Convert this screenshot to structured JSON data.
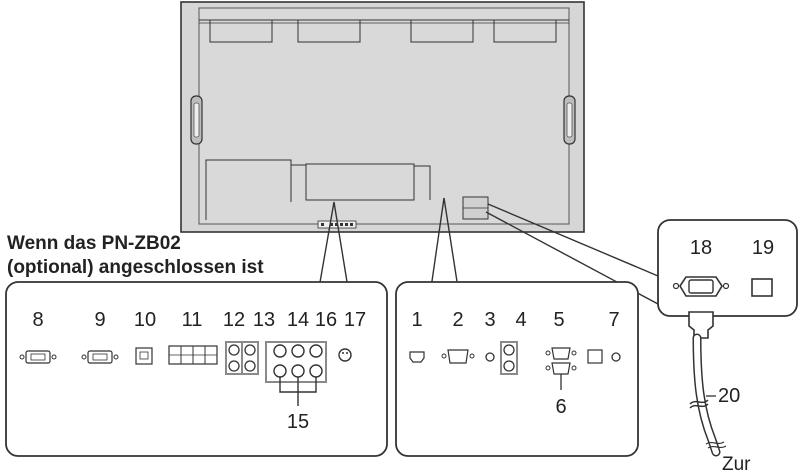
{
  "caption": {
    "line1": "Wenn das PN-ZB02",
    "line2": "(optional) angeschlossen ist"
  },
  "callouts": {
    "c1": "1",
    "c2": "2",
    "c3": "3",
    "c4": "4",
    "c5": "5",
    "c6": "6",
    "c7": "7",
    "c8": "8",
    "c9": "9",
    "c10": "10",
    "c11": "11",
    "c12": "12",
    "c13": "13",
    "c14": "14",
    "c15": "15",
    "c16": "16",
    "c17": "17",
    "c18": "18",
    "c19": "19",
    "c20": "20"
  },
  "footer_text": "Zur",
  "colors": {
    "monitor_fill": "#d6d6d6",
    "outline": "#333333",
    "highlight_box": "#8a8a8a",
    "text": "#222222"
  }
}
